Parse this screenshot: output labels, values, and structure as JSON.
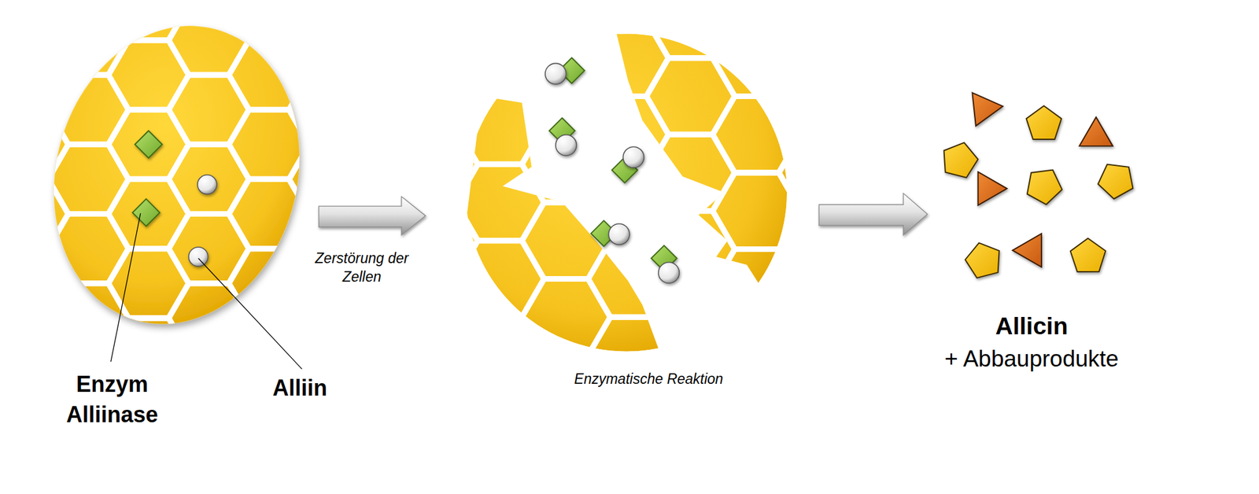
{
  "diagram": {
    "labels": [
      "Enzym Alliinase",
      "Alliin",
      "Zerstörung der Zellen",
      "Enzymatische Reaktion",
      "Allicin",
      "+ Abbauprodukte"
    ]
  }
}
